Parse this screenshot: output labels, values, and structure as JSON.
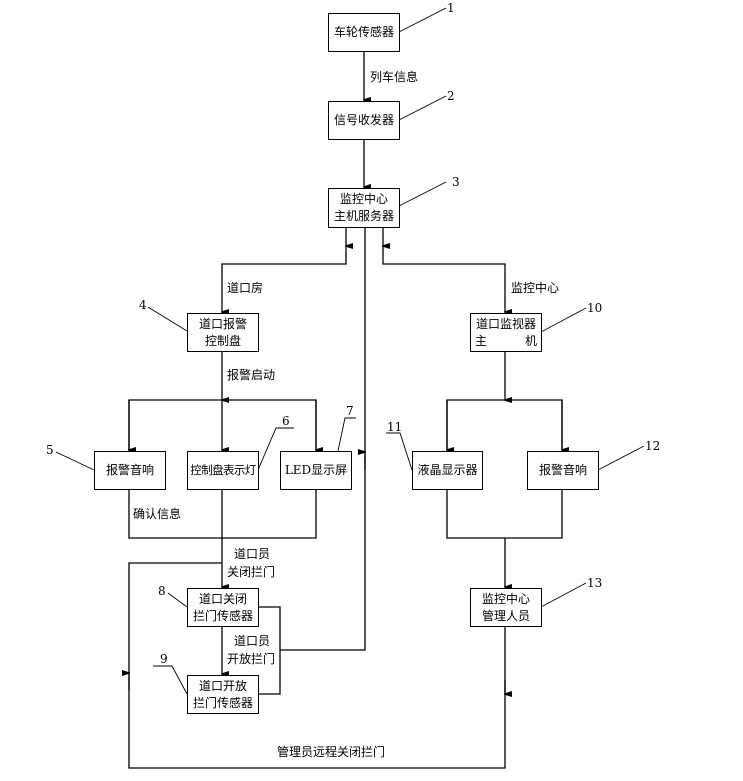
{
  "diagram": {
    "nodes": [
      {
        "id": "1",
        "lines": [
          "车轮传感器"
        ]
      },
      {
        "id": "2",
        "lines": [
          "信号收发器"
        ]
      },
      {
        "id": "3",
        "lines": [
          "监控中心",
          "主机服务器"
        ]
      },
      {
        "id": "4",
        "lines": [
          "道口报警",
          "控制盘"
        ]
      },
      {
        "id": "5",
        "lines": [
          "报警音响"
        ]
      },
      {
        "id": "6",
        "lines": [
          "控制盘表示灯"
        ]
      },
      {
        "id": "7",
        "lines": [
          "LED显示屏"
        ]
      },
      {
        "id": "8",
        "lines": [
          "道口关闭",
          "拦门传感器"
        ]
      },
      {
        "id": "9",
        "lines": [
          "道口开放",
          "拦门传感器"
        ]
      },
      {
        "id": "10",
        "lines": [
          "道口监视器",
          "主机"
        ],
        "second_line_parts": [
          "主",
          "机"
        ]
      },
      {
        "id": "11",
        "lines": [
          "液晶显示器"
        ]
      },
      {
        "id": "12",
        "lines": [
          "报警音响"
        ]
      },
      {
        "id": "13",
        "lines": [
          "监控中心",
          "管理人员"
        ]
      }
    ],
    "edge_labels": {
      "train_info": "列车信息",
      "crossing_house": "道口房",
      "monitor_center": "监控中心",
      "alarm_start": "报警启动",
      "confirm_info": "确认信息",
      "keeper_close_1": "道口员",
      "keeper_close_2": "关闭拦门",
      "keeper_open_1": "道口员",
      "keeper_open_2": "开放拦门",
      "remote_close": "管理员远程关闭拦门"
    },
    "reference_numbers": [
      "1",
      "2",
      "3",
      "4",
      "5",
      "6",
      "7",
      "8",
      "9",
      "10",
      "11",
      "12",
      "13"
    ],
    "edges": [
      {
        "from": "1",
        "to": "2",
        "label": "列车信息"
      },
      {
        "from": "2",
        "to": "3"
      },
      {
        "from": "3",
        "to": "4",
        "label": "道口房"
      },
      {
        "from": "3",
        "to": "10",
        "label": "监控中心"
      },
      {
        "from": "4",
        "to": [
          "5",
          "6",
          "7"
        ],
        "label": "报警启动"
      },
      {
        "from": [
          "5",
          "7"
        ],
        "to": "8",
        "label": "确认信息"
      },
      {
        "from": "6",
        "to": "8",
        "label": "道口员关闭拦门"
      },
      {
        "from": "8",
        "to": "9",
        "label": "道口员开放拦门"
      },
      {
        "from": [
          "8",
          "9"
        ],
        "to": "3"
      },
      {
        "from": "10",
        "to": [
          "11",
          "12"
        ]
      },
      {
        "from": [
          "11",
          "12"
        ],
        "to": "13"
      },
      {
        "from": "13",
        "to": "8",
        "label": "管理员远程关闭拦门"
      }
    ]
  }
}
